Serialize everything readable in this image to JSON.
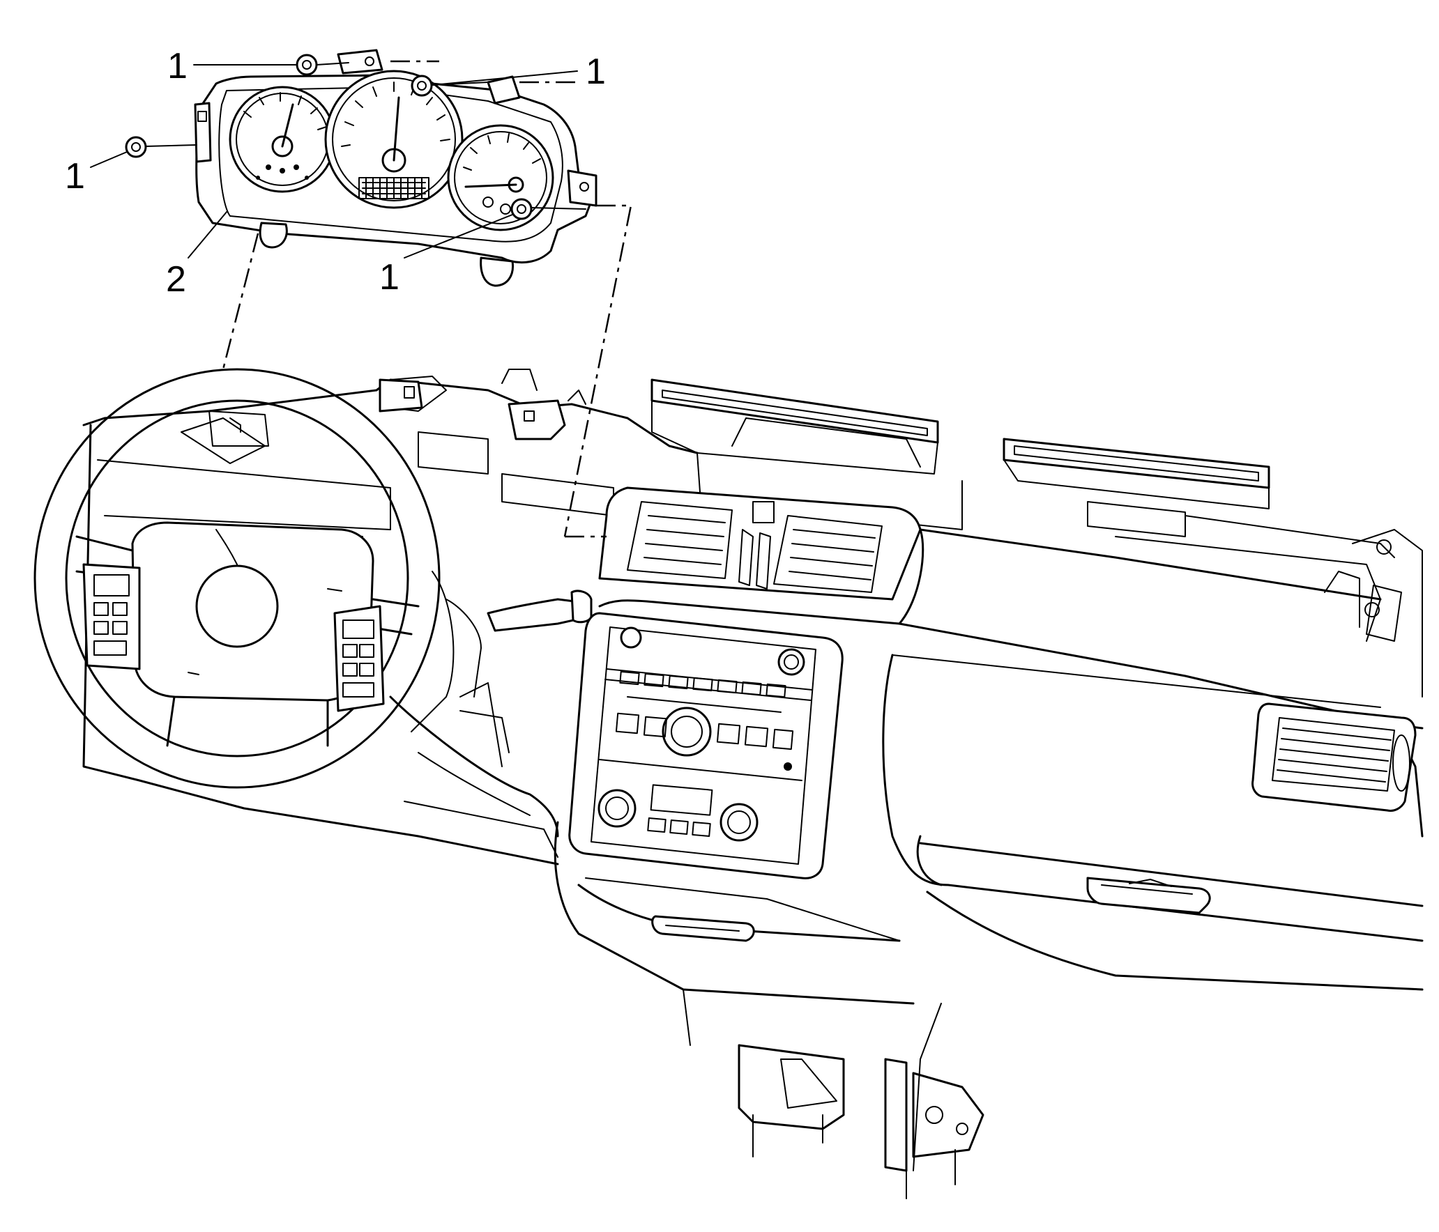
{
  "callouts": [
    {
      "label": "1"
    },
    {
      "label": "1"
    },
    {
      "label": "1"
    },
    {
      "label": "1"
    },
    {
      "label": "2"
    }
  ],
  "colors": {
    "line": "#000000",
    "background": "#ffffff"
  }
}
